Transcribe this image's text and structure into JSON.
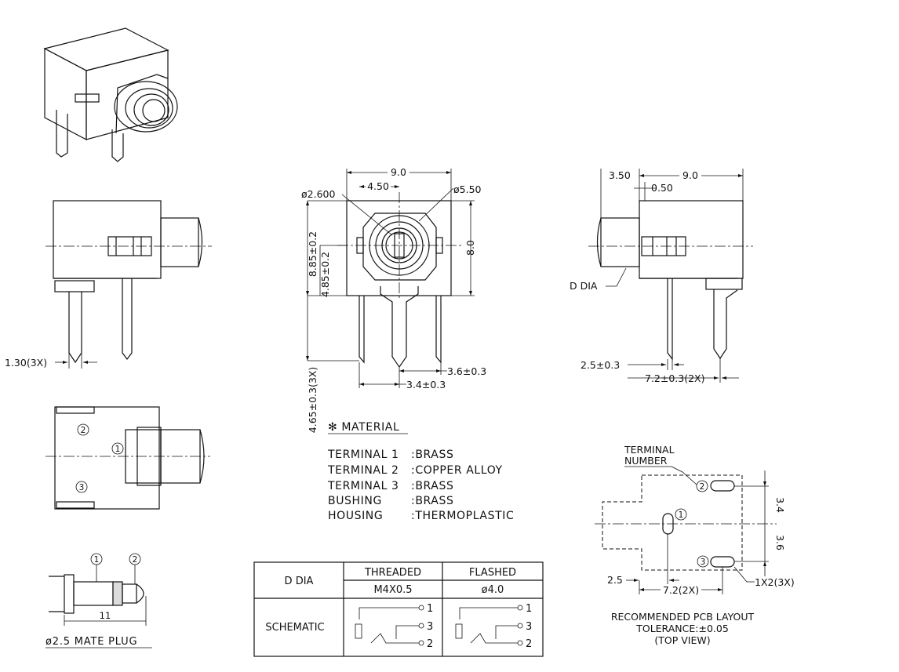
{
  "dims": {
    "front_width": "9.0",
    "front_half": "4.50",
    "hole_dia": "ø2.600",
    "bush_dia": "ø5.50",
    "front_height": "8.0",
    "total_h": "8.85±0.2",
    "center_h": "4.85±0.2",
    "pin_len": "4.65±0.3(3X)",
    "pin_pitch_a": "3.6±0.3",
    "pin_pitch_b": "3.4±0.3",
    "side_offset": "3.50",
    "side_width": "9.0",
    "side_step": "0.50",
    "d_dia": "D DIA",
    "side_pin_a": "2.5±0.3",
    "side_pin_b": "7.2±0.3(2X)",
    "pin_width": "1.30(3X)",
    "plug_len": "11"
  },
  "material": {
    "title": "✻ MATERIAL",
    "items": [
      {
        "part": "TERMINAL 1",
        "value": ":BRASS"
      },
      {
        "part": "TERMINAL 2",
        "value": ":COPPER ALLOY"
      },
      {
        "part": "TERMINAL 3",
        "value": ":BRASS"
      },
      {
        "part": "BUSHING",
        "value": ":BRASS"
      },
      {
        "part": "HOUSING",
        "value": ":THERMOPLASTIC"
      }
    ]
  },
  "plug": {
    "caption": "ø2.5 MATE PLUG"
  },
  "pcb": {
    "terminal_label_1": "TERMINAL",
    "terminal_label_2": "NUMBER",
    "dim_a": "3.4",
    "dim_b": "3.6",
    "dim_c": "2.5",
    "dim_d": "7.2(2X)",
    "dim_slot": "1X2(3X)",
    "caption_1": "RECOMMENDED PCB LAYOUT",
    "caption_2": "TOLERANCE:±0.05",
    "caption_3": "(TOP VIEW)"
  },
  "pins": {
    "p1": "1",
    "p2": "2",
    "p3": "3"
  },
  "table": {
    "row1_head": "D DIA",
    "col1": "THREADED",
    "col2": "FLASHED",
    "col1_val": "M4X0.5",
    "col2_val": "ø4.0",
    "row2_head": "SCHEMATIC"
  }
}
